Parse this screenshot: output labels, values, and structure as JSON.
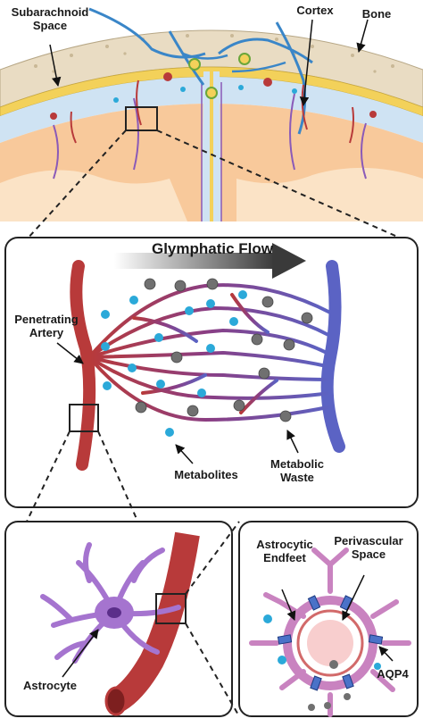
{
  "colors": {
    "bone": "#e9dcc3",
    "cortex": "#f8c99b",
    "artery": "#b83a3a",
    "vein": "#5b63c4",
    "astrocyte": "#a574cf",
    "metabolite": "#2ba9d9",
    "waste": "#707070",
    "csf": "#cfe3f3",
    "endfoot": "#4a72c8"
  },
  "panel_top": {
    "subarachnoid_line1": "Subarachnoid",
    "subarachnoid_line2": "Space",
    "cortex": "Cortex",
    "bone": "Bone"
  },
  "panel_middle": {
    "flow": "Glymphatic Flow",
    "penetrating_line1": "Penetrating",
    "penetrating_line2": "Artery",
    "metabolites": "Metabolites",
    "waste_line1": "Metabolic",
    "waste_line2": "Waste"
  },
  "panel_bottom_left": {
    "astrocyte": "Astrocyte"
  },
  "panel_bottom_right": {
    "endfeet_line1": "Astrocytic",
    "endfeet_line2": "Endfeet",
    "perivascular_line1": "Perivascular",
    "perivascular_line2": "Space",
    "aqp4": "AQP4"
  }
}
